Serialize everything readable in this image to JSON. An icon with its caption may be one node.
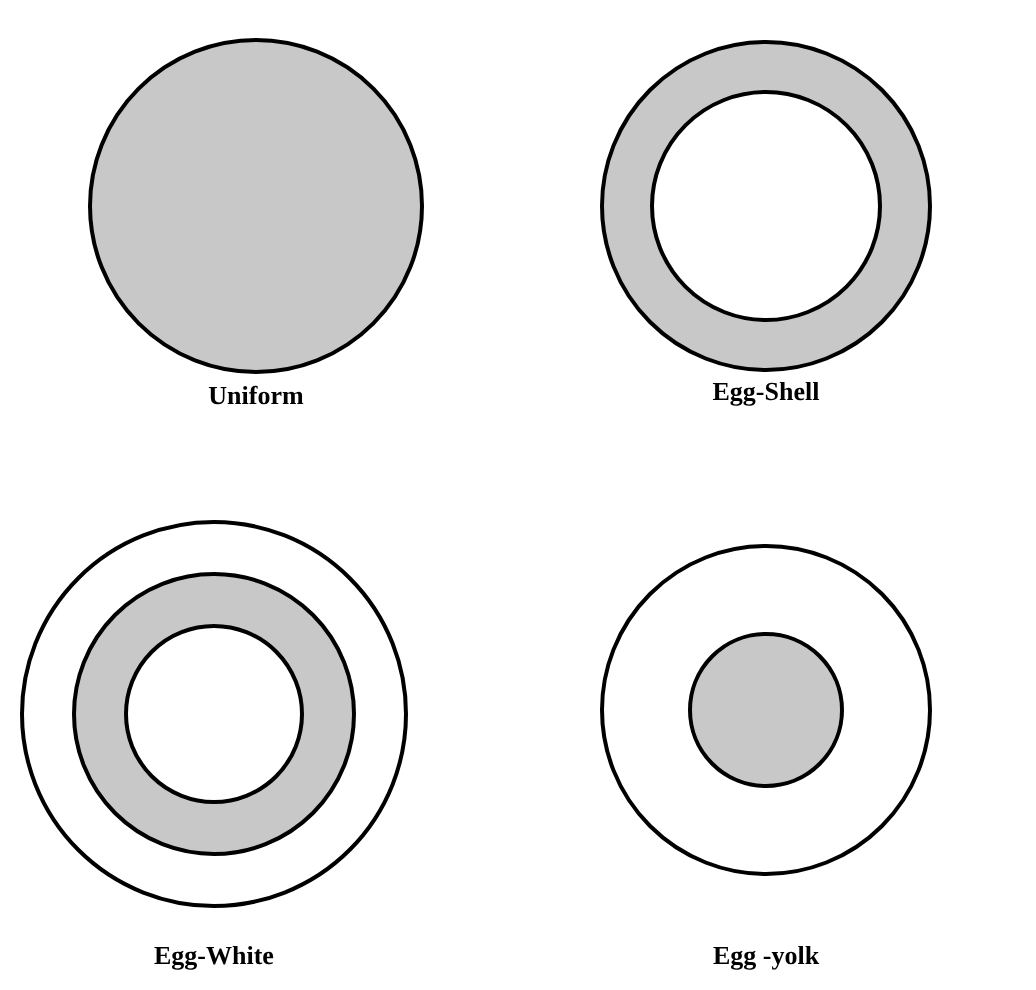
{
  "diagram": {
    "nodes": [
      {
        "text": [
          "Uniform"
        ]
      },
      {
        "text": [
          "Egg-Shell"
        ]
      },
      {
        "text": [
          "Egg-White"
        ]
      },
      {
        "text": [
          "Egg -yolk"
        ]
      }
    ]
  }
}
